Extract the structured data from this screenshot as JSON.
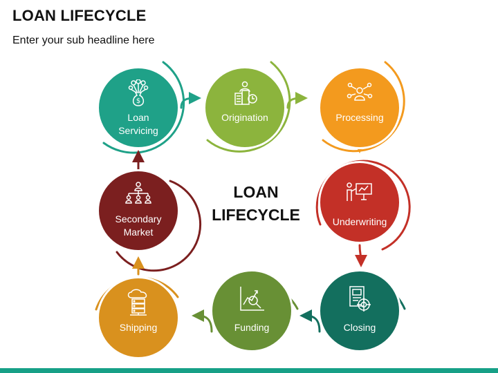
{
  "header": {
    "title": "LOAN LIFECYCLE",
    "subtitle": "Enter your sub headline here"
  },
  "center": {
    "line1": "LOAN",
    "line2": "LIFECYCLE"
  },
  "colors": {
    "teal": "#1fa188",
    "light_green": "#8cb43d",
    "orange": "#f39a1e",
    "red": "#c33027",
    "dark_teal": "#136f5e",
    "olive": "#689035",
    "gold": "#d9911e",
    "maroon": "#7b1f1f",
    "footer": "#17a087"
  },
  "steps": [
    {
      "label": "Loan Servicing",
      "icon": "money-tree-icon"
    },
    {
      "label": "Origination",
      "icon": "building-clock-icon"
    },
    {
      "label": "Processing",
      "icon": "network-user-icon"
    },
    {
      "label": "Underwriting",
      "icon": "presentation-icon"
    },
    {
      "label": "Closing",
      "icon": "document-target-icon"
    },
    {
      "label": "Funding",
      "icon": "chart-magnifier-icon"
    },
    {
      "label": "Shipping",
      "icon": "cloud-server-icon"
    },
    {
      "label": "Secondary Market",
      "icon": "hierarchy-icon"
    }
  ]
}
